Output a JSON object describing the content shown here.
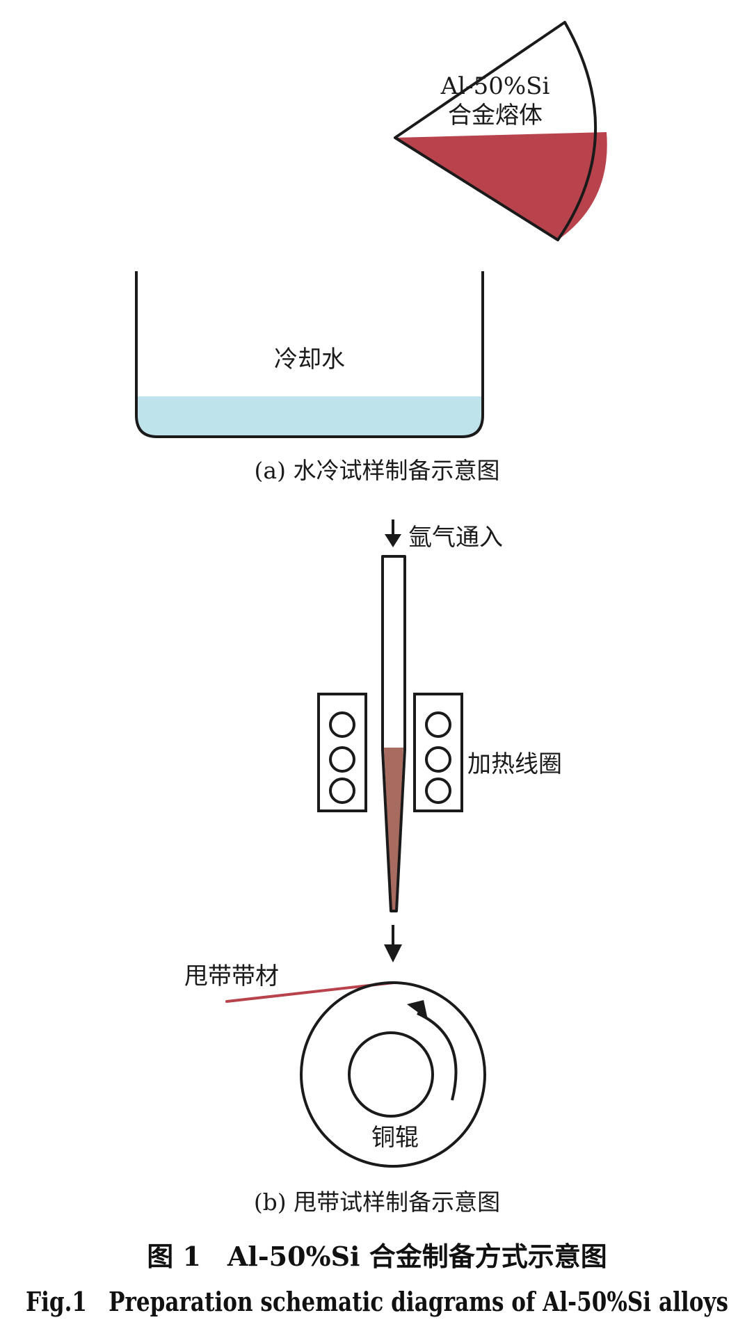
{
  "panel_a": {
    "melt_label_line1": "Al-50%Si",
    "melt_label_line2": "合金熔体",
    "water_label": "冷却水",
    "caption": "(a) 水冷试样制备示意图",
    "colors": {
      "melt": "#b8434d",
      "water": "#bfe3ea"
    }
  },
  "panel_b": {
    "argon_label": "氩气通入",
    "coil_label": "加热线圈",
    "ribbon_label": "甩带带材",
    "roller_label": "铜辊",
    "caption": "(b) 甩带试样制备示意图",
    "colors": {
      "melt_in_tube": "#a86b60",
      "ribbon": "#b8434d"
    }
  },
  "figure": {
    "title_cn": "图 1　Al-50%Si 合金制备方式示意图",
    "title_en": "Fig.1　Preparation schematic diagrams of Al-50%Si alloys"
  }
}
